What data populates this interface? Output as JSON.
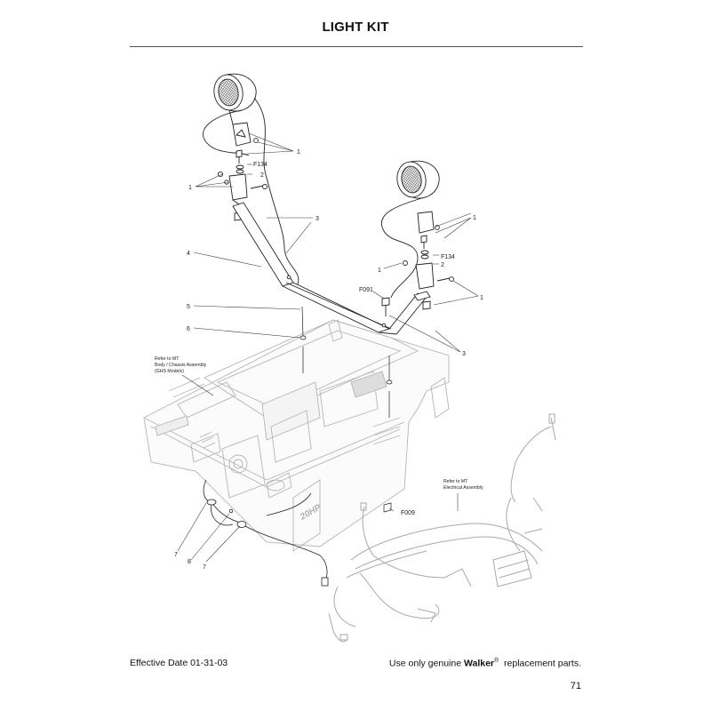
{
  "header": {
    "title": "LIGHT KIT"
  },
  "callouts": {
    "c1": "1",
    "c2": "2",
    "c3": "3",
    "c4": "4",
    "c5": "5",
    "c6": "6",
    "c7": "7",
    "c8": "8",
    "f134": "F134",
    "f091": "F091",
    "f009": "F009"
  },
  "notes": {
    "body_line1": "Refer to MT",
    "body_line2": "Body / Chassis Assembly",
    "body_line3": "(GHS Models)",
    "elec_line1": "Refer to MT",
    "elec_line2": "Electrical Assembly"
  },
  "body_badge": "20HP",
  "footer": {
    "effective_date": "Effective Date 01-31-03",
    "note_prefix": "Use only genuine",
    "brand": "Walker",
    "reg_mark": "®",
    "note_suffix": "replacement parts.",
    "page_number": "71"
  }
}
